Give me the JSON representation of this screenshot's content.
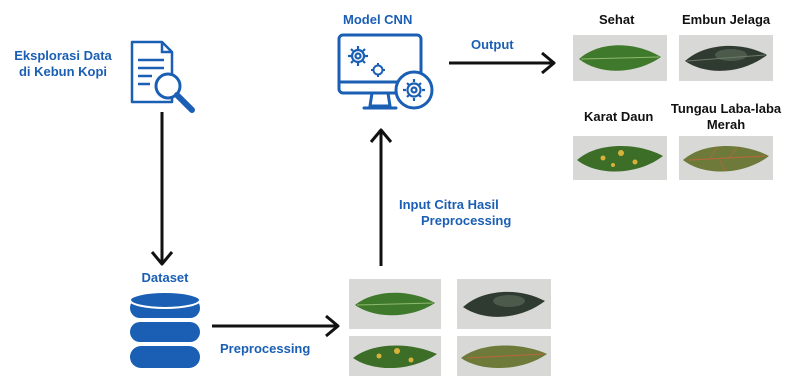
{
  "exploration": {
    "line1": "Eksplorasi Data",
    "line2": "di Kebun Kopi",
    "icon": "document-search-icon"
  },
  "dataset": {
    "label": "Dataset",
    "icon": "database-icon"
  },
  "preprocessing": {
    "label": "Preprocessing"
  },
  "input": {
    "line1": "Input Citra Hasil",
    "line2": "Preprocessing"
  },
  "model": {
    "label": "Model CNN",
    "icon": "computer-gears-icon"
  },
  "output": {
    "label": "Output"
  },
  "classes": {
    "sehat": "Sehat",
    "embun": "Embun Jelaga",
    "karat": "Karat Daun",
    "tungau_line1": "Tungau Laba-laba",
    "tungau_line2": "Merah"
  },
  "colors": {
    "accent": "#1a5fb4",
    "arrow": "#111111"
  }
}
